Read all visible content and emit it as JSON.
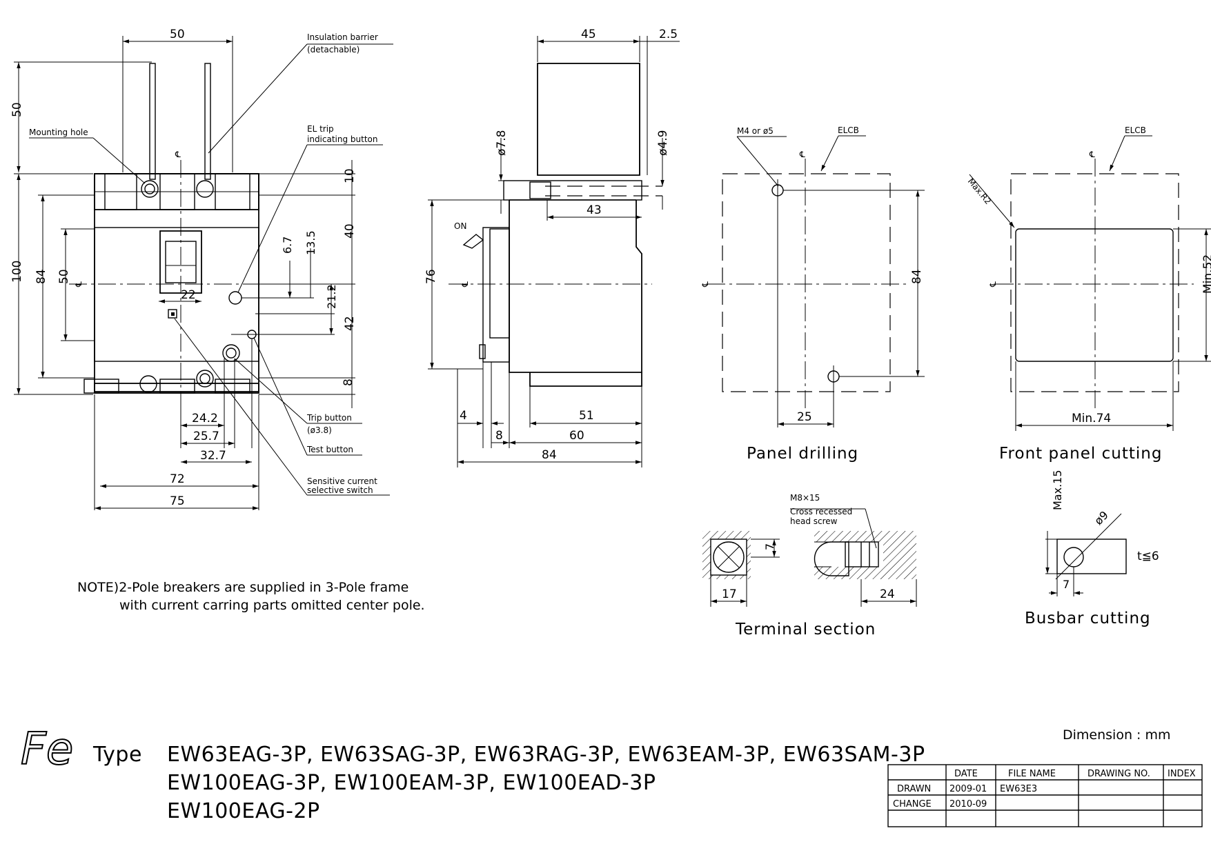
{
  "front_view": {
    "dims": {
      "w50": "50",
      "h50": "50",
      "h100": "100",
      "h84": "84",
      "h50b": "50",
      "h10": "10",
      "h40": "40",
      "h42": "42",
      "h8": "8",
      "d6_7": "6.7",
      "d13_5": "13.5",
      "d21_2": "21.2",
      "d22": "22",
      "d24_2": "24.2",
      "d25_7": "25.7",
      "d32_7": "32.7",
      "d72": "72",
      "d75": "75"
    },
    "labels": {
      "insulation_barrier": "Insulation barrier",
      "detachable": "(detachable)",
      "mounting_hole": "Mounting hole",
      "el_trip": "EL trip",
      "indicating_button": "indicating button",
      "trip_button": "Trip button",
      "trip_button_dia": "(ø3.8)",
      "test_button": "Test button",
      "sensitive_current": "Sensitive current",
      "selective_switch": "selective switch"
    }
  },
  "side_view": {
    "dims": {
      "d45": "45",
      "d2_5": "2.5",
      "d7_8": "ø7.8",
      "d4_9": "ø4.9",
      "d43": "43",
      "d76": "76",
      "d4": "4",
      "d8": "8",
      "d51": "51",
      "d60": "60",
      "d84": "84"
    },
    "on_label": "ON"
  },
  "panel_drilling": {
    "m4": "M4 or ø5",
    "elcb": "ELCB",
    "d84": "84",
    "d25": "25",
    "caption": "Panel drilling"
  },
  "front_panel_cutting": {
    "elcb": "ELCB",
    "max_r2": "Max.R2",
    "min52": "Min.52",
    "min74": "Min.74",
    "caption": "Front panel cutting"
  },
  "terminal_section": {
    "screw1": "M8×15",
    "screw2": "Cross recessed",
    "screw3": "head screw",
    "d7": "7",
    "d17": "17",
    "d24": "24",
    "caption": "Terminal section"
  },
  "busbar_cutting": {
    "max15": "Max.15",
    "d9": "ø9",
    "t6": "t≦6",
    "d7": "7",
    "caption": "Busbar cutting"
  },
  "centerline_symbol": "℄",
  "note": {
    "line1": "NOTE)2-Pole breakers are supplied in 3-Pole frame",
    "line2": "with current carring parts omitted center pole."
  },
  "title": {
    "logo": "Fe",
    "type_label": "Type",
    "line1": "EW63EAG-3P, EW63SAG-3P, EW63RAG-3P, EW63EAM-3P, EW63SAM-3P",
    "line2": "EW100EAG-3P, EW100EAM-3P, EW100EAD-3P",
    "line3": "EW100EAG-2P",
    "dimension_unit": "Dimension : mm"
  },
  "title_block": {
    "headers": [
      "",
      "DATE",
      "FILE NAME",
      "DRAWING NO.",
      "INDEX"
    ],
    "rows": [
      [
        "DRAWN",
        "2009-01",
        "EW63E3",
        "",
        ""
      ],
      [
        "CHANGE",
        "2010-09",
        "",
        "",
        ""
      ],
      [
        "",
        "",
        "",
        "",
        ""
      ]
    ]
  }
}
